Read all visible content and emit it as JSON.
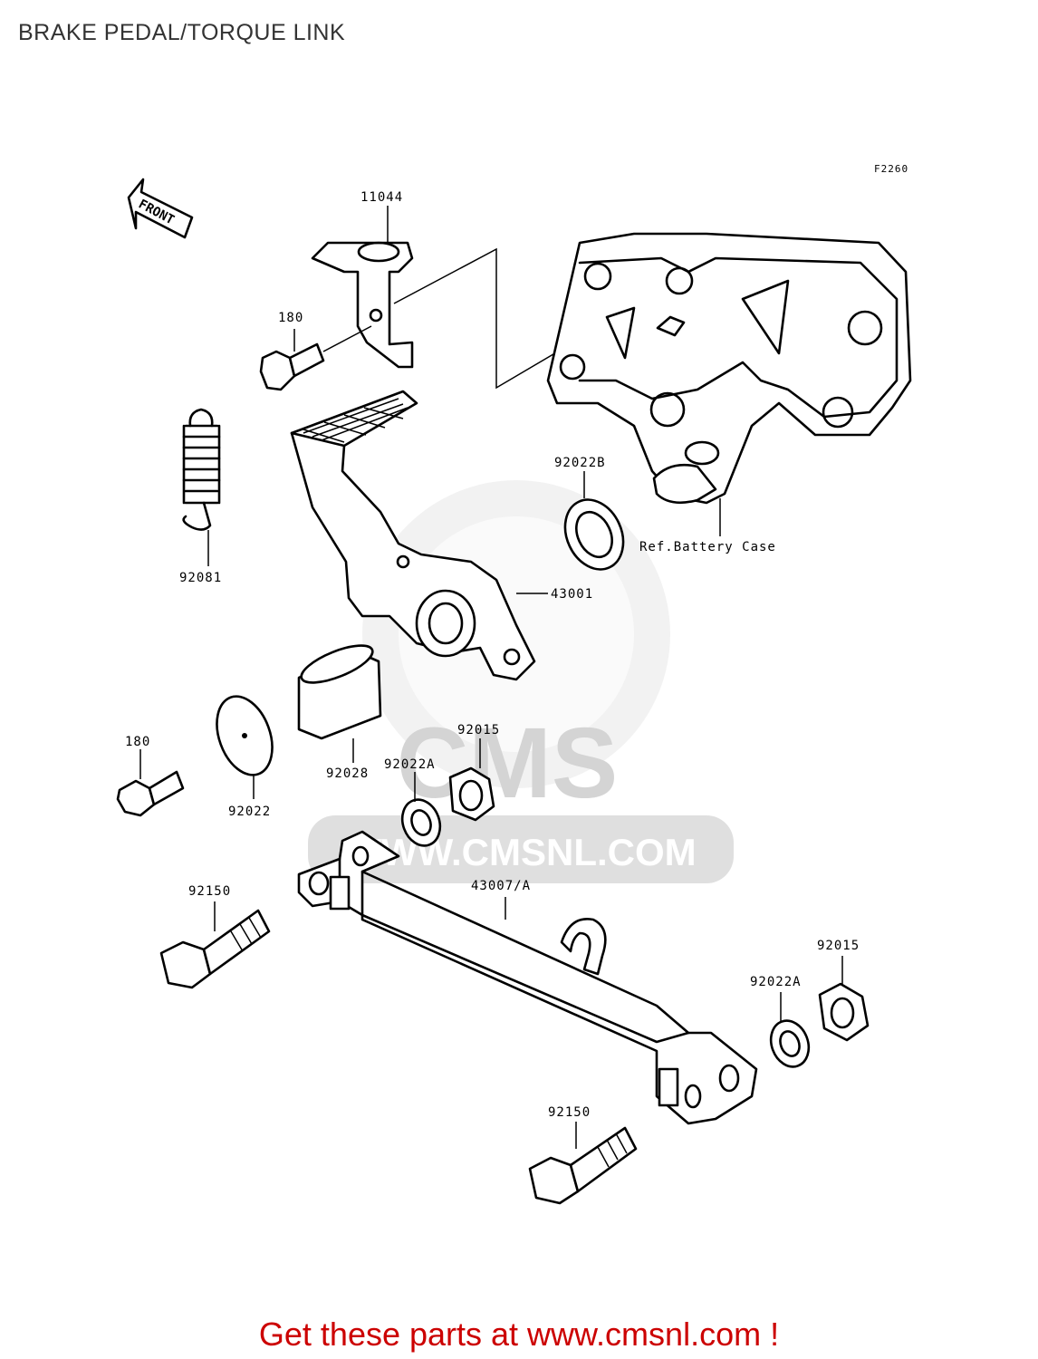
{
  "title": "BRAKE PEDAL/TORQUE LINK",
  "figure_code": "F2260",
  "front_arrow_label": "FRONT",
  "watermark": {
    "brand": "CMS",
    "url": "WWW.CMSNL.COM"
  },
  "labels": {
    "p11044": "11044",
    "p180_top": "180",
    "p92081": "92081",
    "p92022b": "92022B",
    "ref_battery": "Ref.Battery Case",
    "p43001": "43001",
    "p92028": "92028",
    "p92015_top": "92015",
    "p92022a_top": "92022A",
    "p180_bottom": "180",
    "p92022": "92022",
    "p43007": "43007/A",
    "p92150_left": "92150",
    "p92015_right": "92015",
    "p92022a_right": "92022A",
    "p92150_bottom": "92150"
  },
  "footer": "Get these parts at www.cmsnl.com !"
}
